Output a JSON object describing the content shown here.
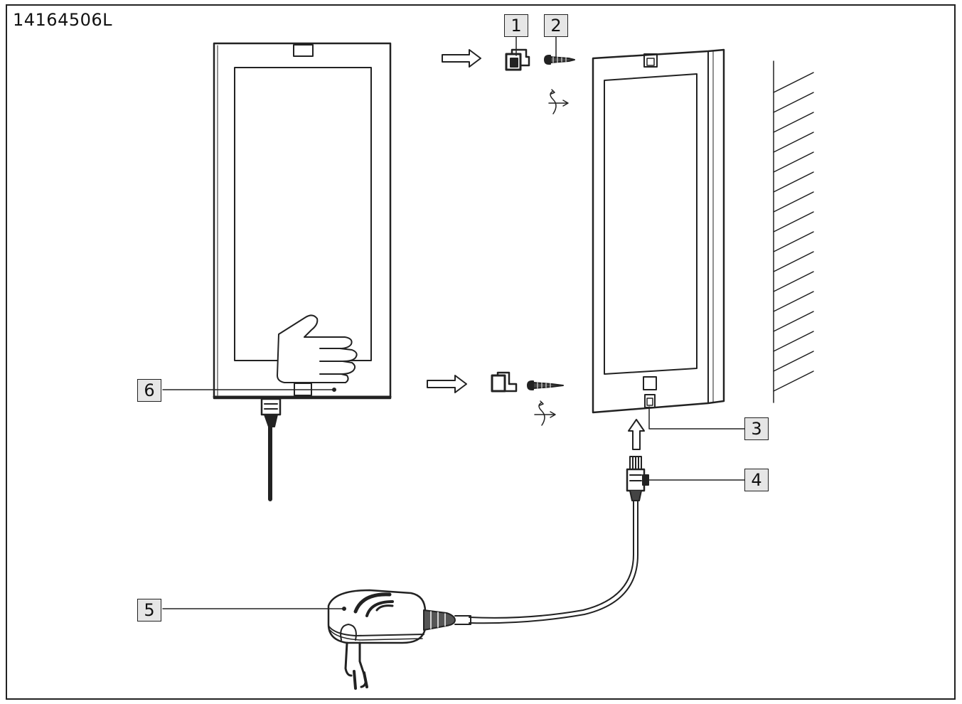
{
  "model_number": "14164506L",
  "callouts": {
    "c1": "1",
    "c2": "2",
    "c3": "3",
    "c4": "4",
    "c5": "5",
    "c6": "6"
  },
  "colors": {
    "line": "#222222",
    "callout_fill": "#e6e6e6",
    "background": "#ffffff"
  },
  "icons": [
    "hand-press-icon",
    "arrow-right-icon",
    "arrow-up-icon",
    "rotate-icon",
    "screw-icon",
    "bracket-clip-icon",
    "wall-hatch-icon",
    "power-adapter-icon",
    "connector-plug-icon"
  ]
}
